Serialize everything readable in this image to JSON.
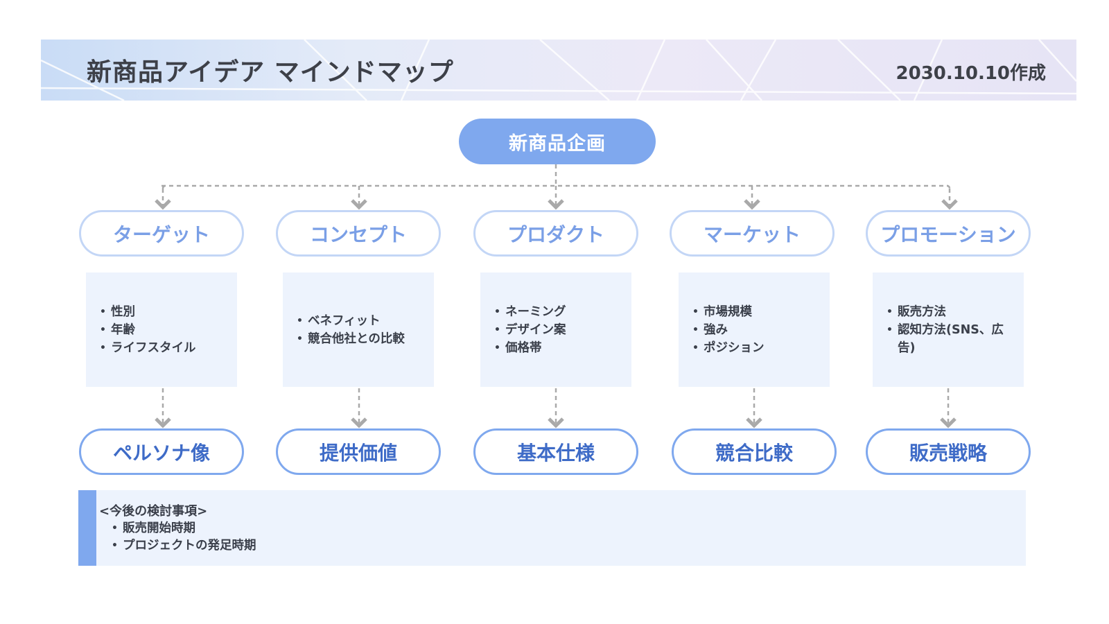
{
  "header": {
    "title": "新商品アイデア マインドマップ",
    "date": "2030.10.10作成"
  },
  "root": {
    "label": "新商品企画"
  },
  "branches": [
    {
      "category": "ターゲット",
      "details": [
        "性別",
        "年齢",
        "ライフスタイル"
      ],
      "result": "ペルソナ像"
    },
    {
      "category": "コンセプト",
      "details": [
        "ベネフィット",
        "競合他社との比較"
      ],
      "result": "提供価値"
    },
    {
      "category": "プロダクト",
      "details": [
        "ネーミング",
        "デザイン案",
        "価格帯"
      ],
      "result": "基本仕様"
    },
    {
      "category": "マーケット",
      "details": [
        "市場規模",
        "強み",
        "ポジション"
      ],
      "result": "競合比較"
    },
    {
      "category": "プロモーション",
      "details": [
        "販売方法",
        "認知方法(SNS、広告)"
      ],
      "result": "販売戦略"
    }
  ],
  "notes": {
    "heading": "<今後の検討事項>",
    "items": [
      "販売開始時期",
      "プロジェクトの発足時期"
    ]
  },
  "colors": {
    "accent": "#7fa8ee",
    "category_border": "#c3d6f6",
    "category_text": "#7a9fe6",
    "result_text": "#3e6bc7",
    "detail_bg": "#edf3fd",
    "connector": "#a9a9a9"
  }
}
